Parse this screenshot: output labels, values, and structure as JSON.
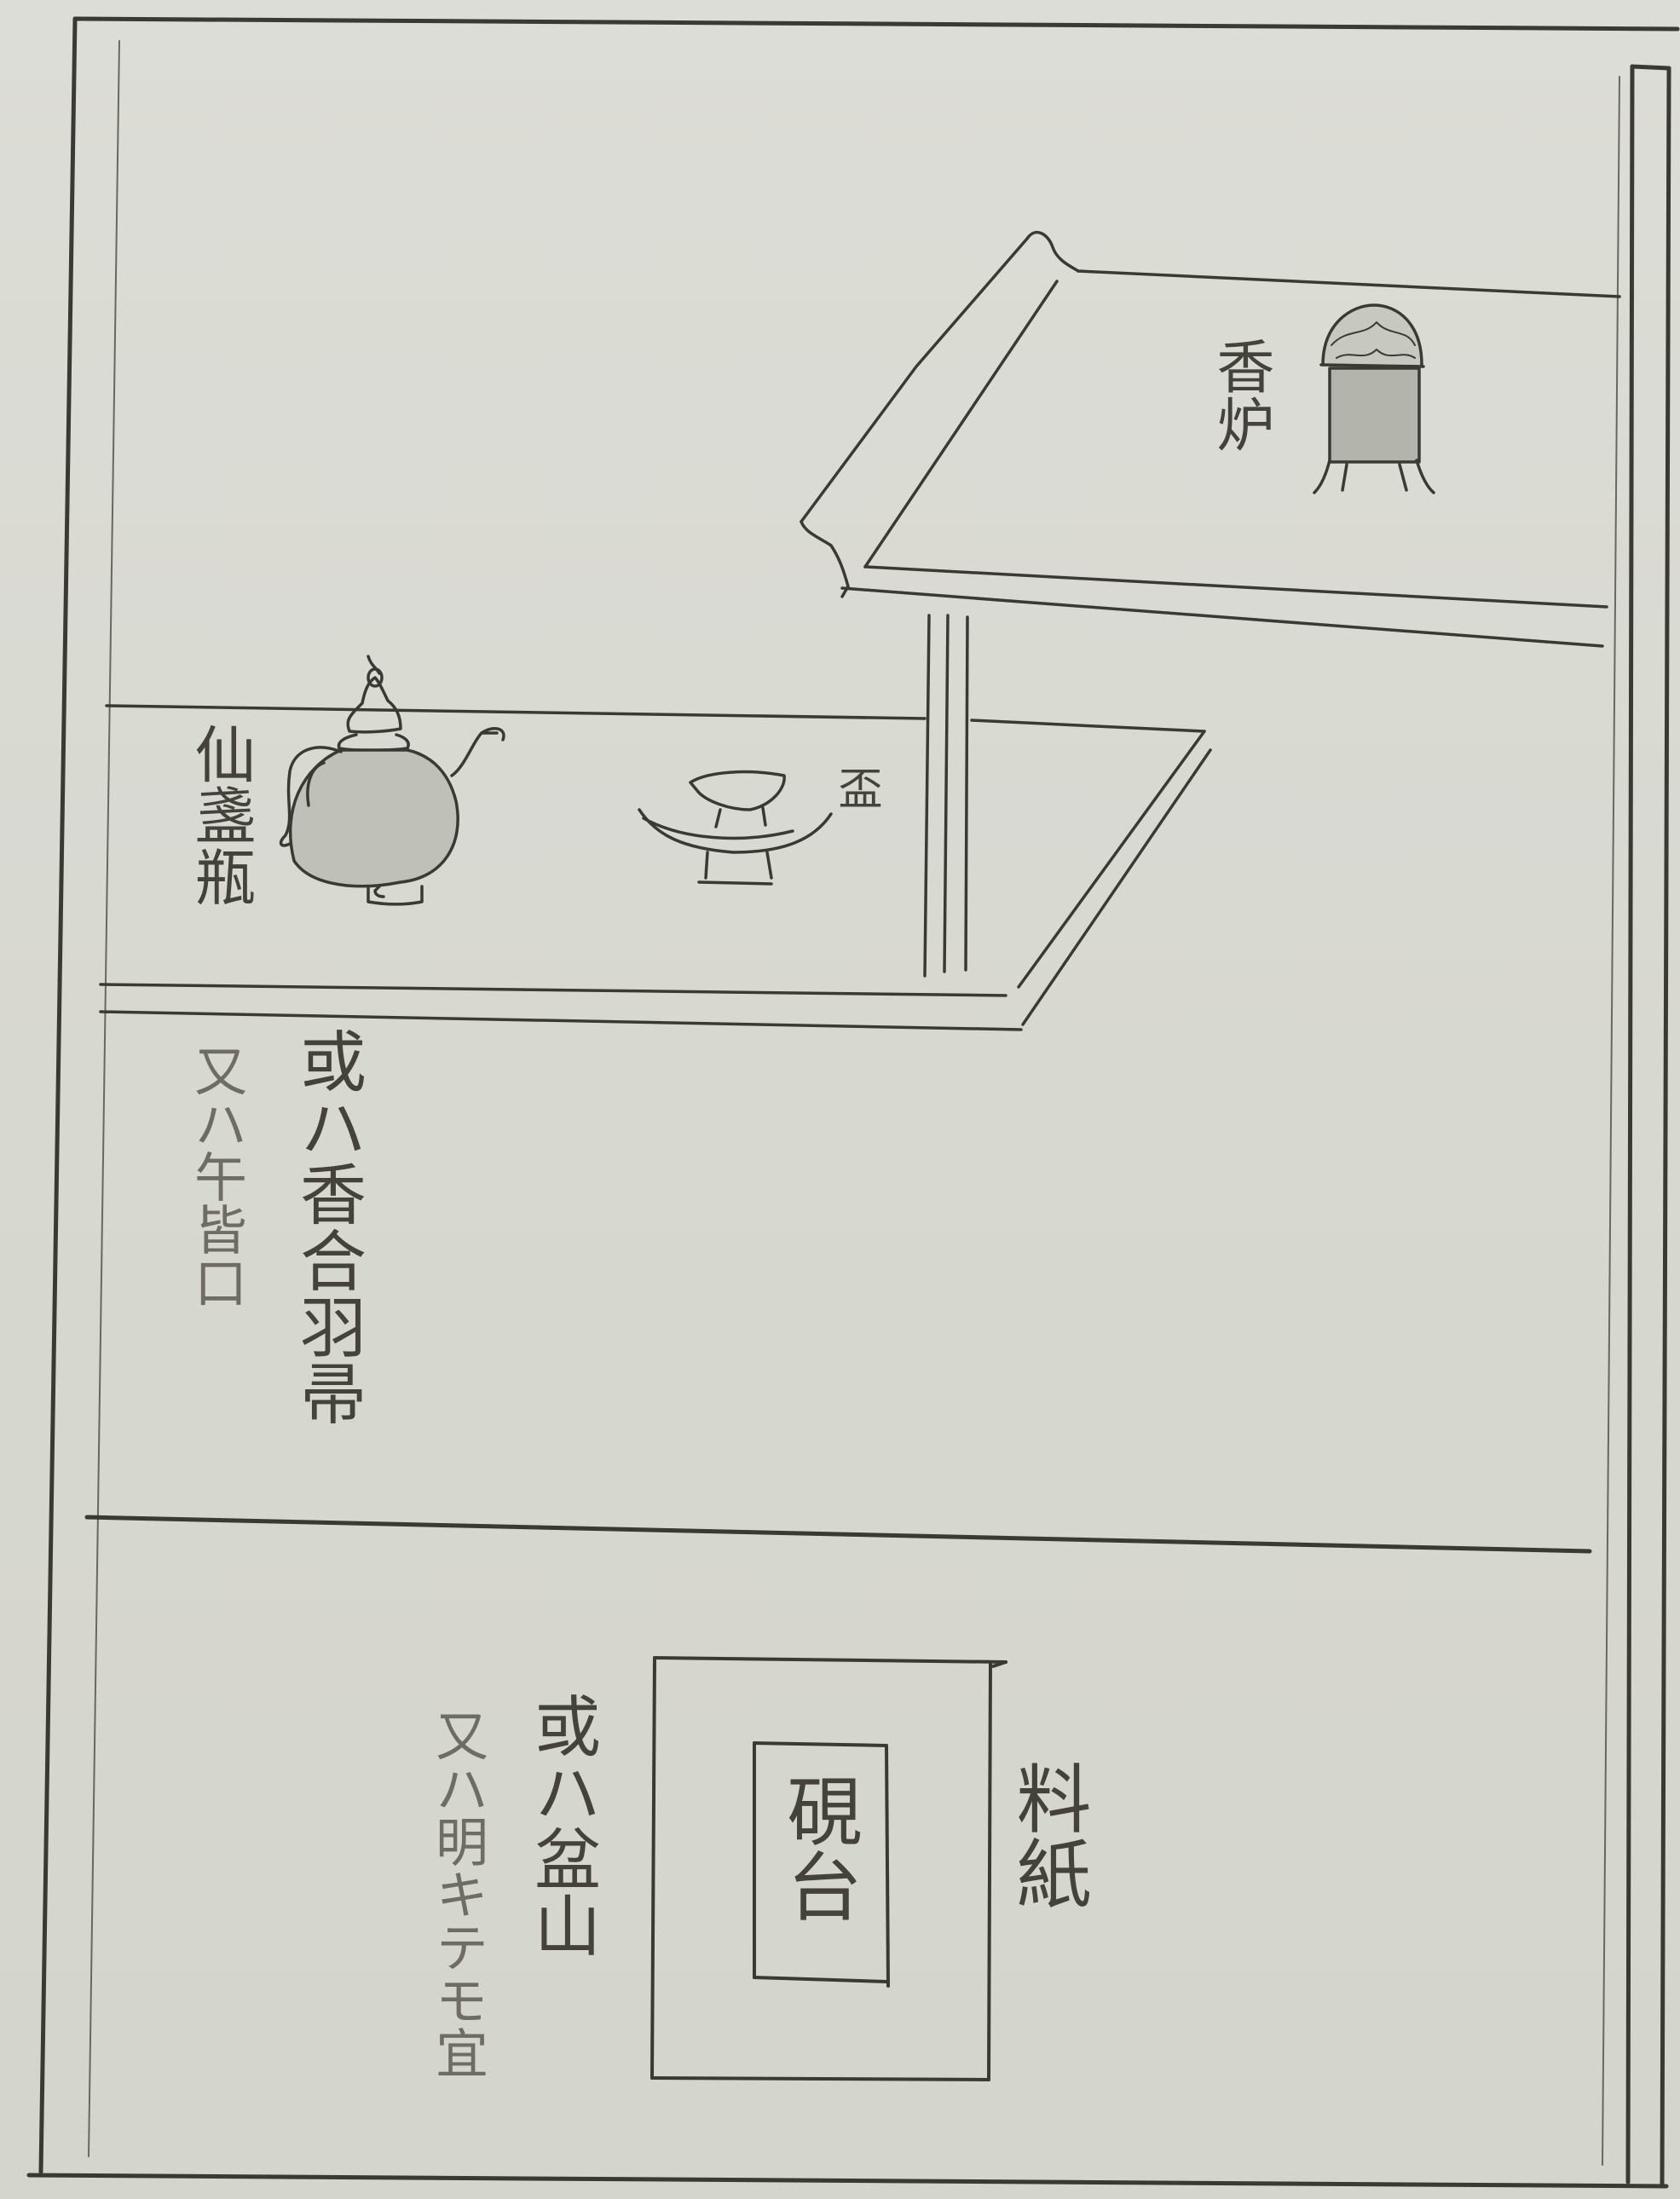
{
  "labels": {
    "incense_burner": "香炉",
    "ewer": "仙盞瓶",
    "cup": "盃",
    "alt_note_1": "或ハ香合羽帚",
    "alt_note_2": "又ハ午皆口",
    "inkstone": "硯台",
    "paper": "料紙",
    "alt_note_3": "或ハ盆山",
    "alt_note_4": "又ハ明キテモ宜"
  },
  "colors": {
    "paper": "#d9dad2",
    "ink": "#3b3934",
    "wash": "#b9bab2"
  }
}
